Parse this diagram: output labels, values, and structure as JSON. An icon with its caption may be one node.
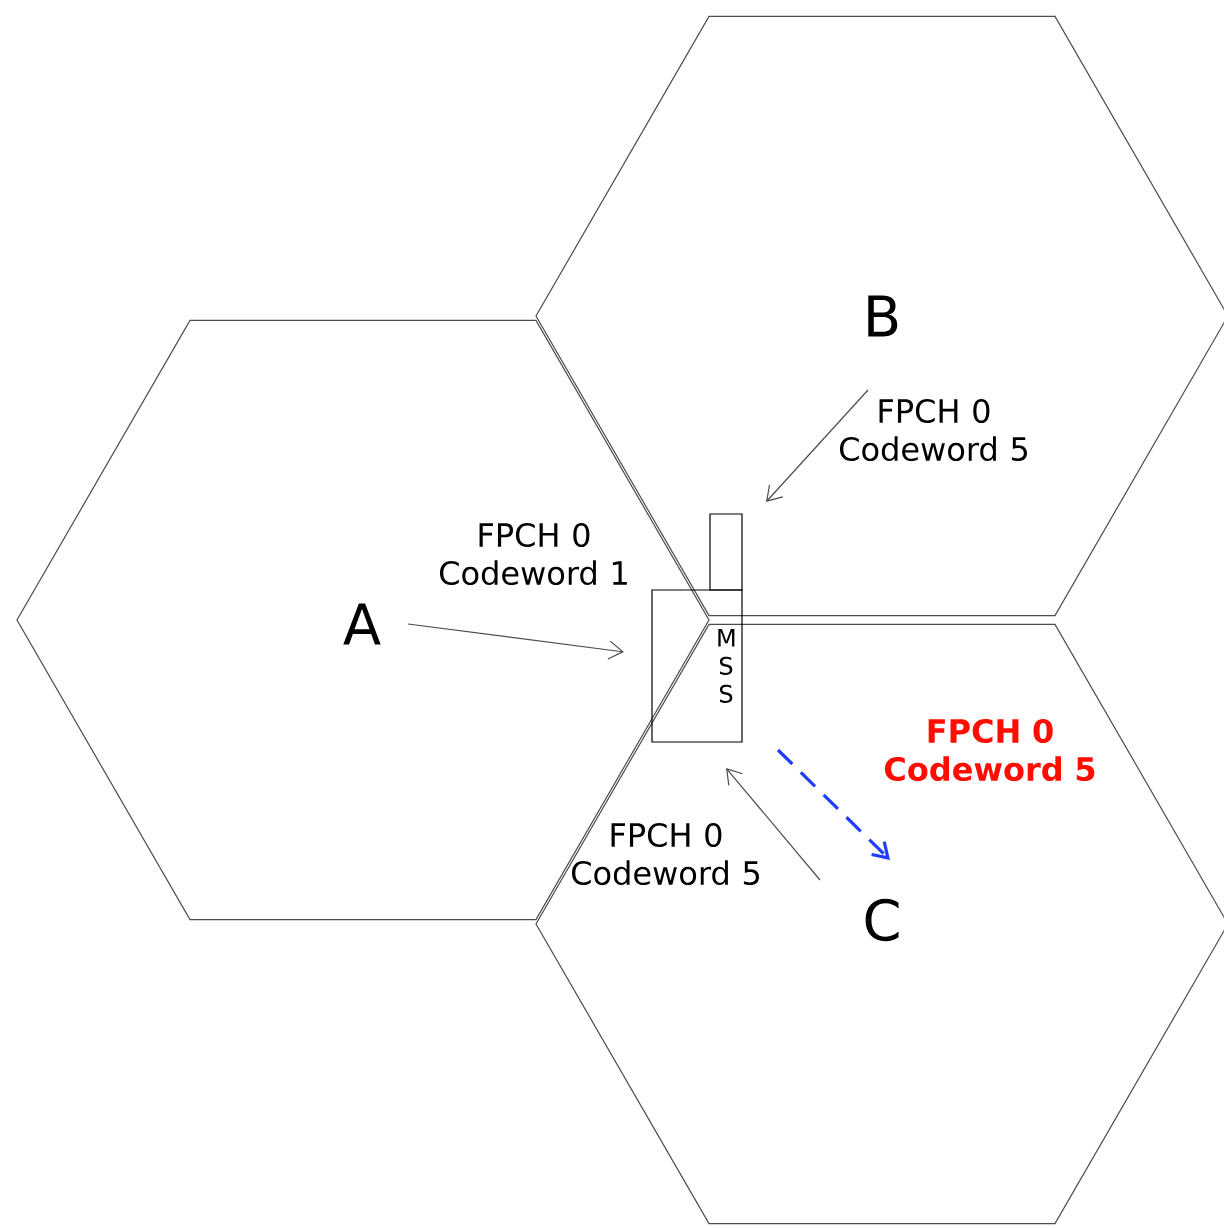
{
  "diagram": {
    "nodes": [
      {
        "text": [],
        "shape": "hexagon"
      },
      {
        "text": [],
        "shape": "hexagon"
      },
      {
        "text": [],
        "shape": "hexagon"
      },
      {
        "text": [
          "A"
        ],
        "in": 0
      },
      {
        "text": [
          "B"
        ],
        "in": 1
      },
      {
        "text": [
          "C"
        ],
        "in": 2
      },
      {
        "text": [
          "M S S"
        ]
      }
    ],
    "edges": [
      {
        "from": 3,
        "to": 6,
        "arrow": "to",
        "label": "FPCH 0 Codeword 1"
      },
      {
        "from": 4,
        "to": 6,
        "arrow": "to",
        "label": "FPCH 0 Codeword 5"
      },
      {
        "from": 5,
        "to": 6,
        "arrow": "to",
        "label": "FPCH 0 Codeword 5"
      },
      {
        "from": 6,
        "to": 5,
        "arrow": "to",
        "label": "FPCH 0 Codeword 5",
        "style": "dashed",
        "color": "#1f3cff"
      }
    ]
  }
}
